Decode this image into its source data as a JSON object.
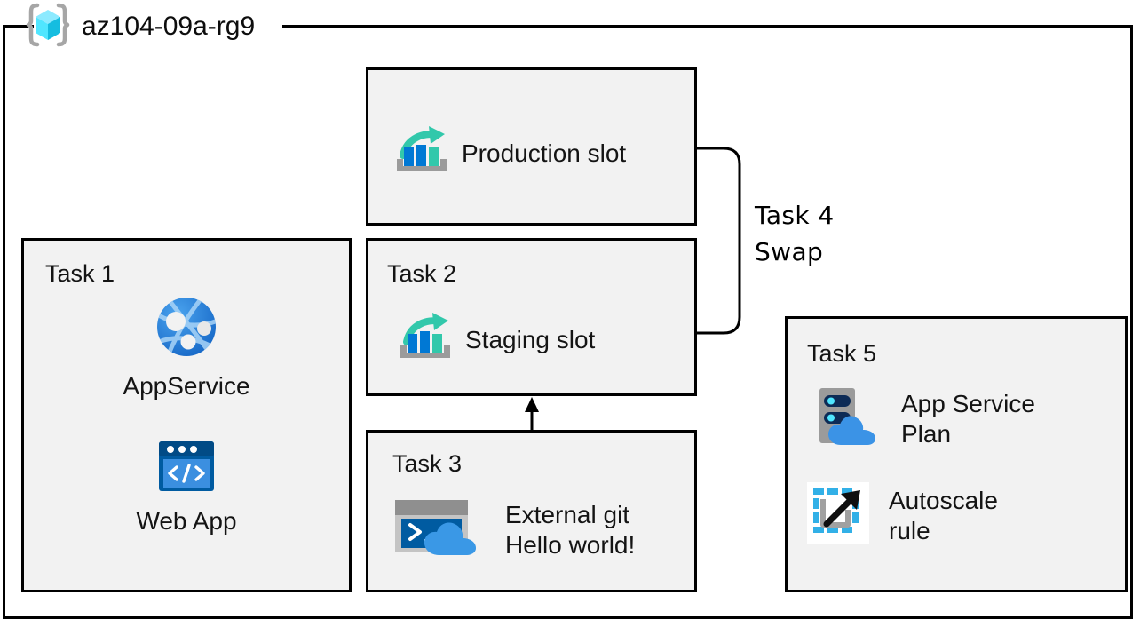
{
  "diagram": {
    "resource_group": {
      "name": "az104-09a-rg9",
      "icon": "resource-group-icon"
    },
    "boxes": [
      {
        "id": "production",
        "title": "",
        "items": [
          {
            "label": "Production slot",
            "icon": "deployment-slot-icon"
          }
        ]
      },
      {
        "id": "task1",
        "title": "Task 1",
        "items": [
          {
            "label": "AppService",
            "icon": "app-service-globe-icon"
          },
          {
            "label": "Web App",
            "icon": "web-app-icon"
          }
        ]
      },
      {
        "id": "task2",
        "title": "Task 2",
        "items": [
          {
            "label": "Staging slot",
            "icon": "deployment-slot-icon"
          }
        ]
      },
      {
        "id": "task3",
        "title": "Task 3",
        "items": [
          {
            "label": "External git\nHello world!",
            "icon": "cloud-shell-icon"
          }
        ]
      },
      {
        "id": "task5",
        "title": "Task 5",
        "items": [
          {
            "label": "App Service\nPlan",
            "icon": "app-service-plan-icon"
          },
          {
            "label": "Autoscale\nrule",
            "icon": "autoscale-rule-icon"
          }
        ]
      }
    ],
    "annotations": [
      {
        "id": "swap",
        "label": "Task 4\nSwap"
      }
    ],
    "colors": {
      "box_fill": "#f2f2f2",
      "box_border": "#000000",
      "azure_blue": "#0078d4",
      "azure_blue_light": "#3b93e6",
      "azure_blue_dark": "#005ba1",
      "teal": "#32c8ab",
      "gray": "#9b9b9b",
      "cyan": "#50e6ff",
      "navy": "#0d2b56"
    }
  }
}
